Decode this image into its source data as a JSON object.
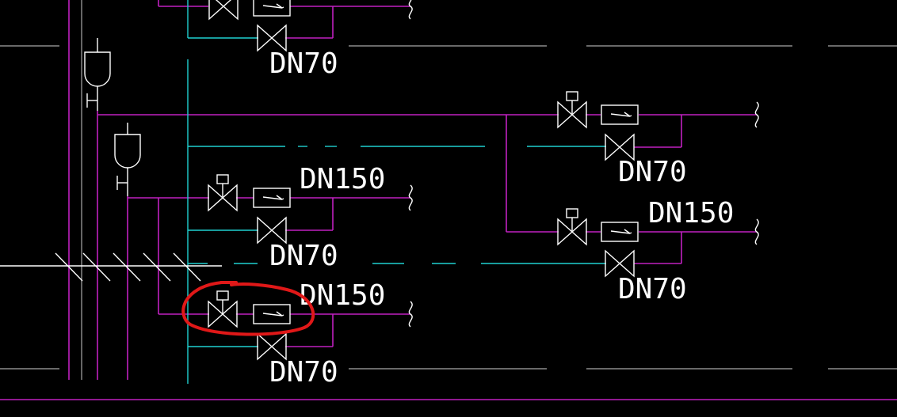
{
  "colors": {
    "background": "#000000",
    "pipe": "#c020c0",
    "cyan": "#1fd0d0",
    "white": "#ffffff",
    "gray": "#a8a8a8",
    "markup": "#e01818"
  },
  "labels": {
    "dn70_top": "DN70",
    "dn150_left_mid": "DN150",
    "dn70_left_mid": "DN70",
    "dn150_left_low": "DN150",
    "dn70_left_low": "DN70",
    "dn70_right_top": "DN70",
    "dn150_right": "DN150",
    "dn70_right_low": "DN70"
  },
  "icons": {
    "valve": "gate-valve-icon",
    "actuated_valve": "control-valve-icon",
    "meter": "flow-meter-icon",
    "pipe_break": "pipe-break-icon",
    "tank": "expansion-tank-icon"
  }
}
